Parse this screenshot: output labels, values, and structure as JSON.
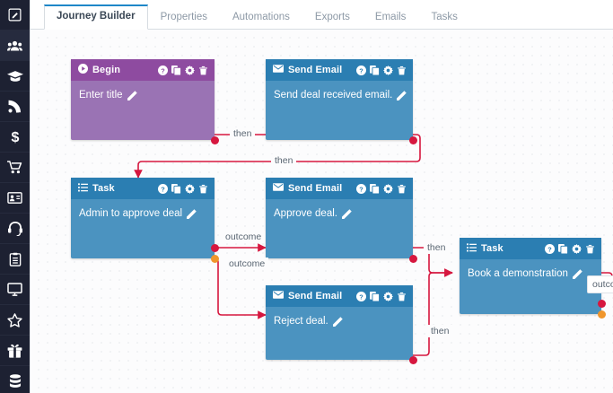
{
  "sidebar": {
    "items": [
      {
        "name": "compose-icon",
        "label": "Compose",
        "active": false
      },
      {
        "name": "people-icon",
        "label": "Contacts",
        "active": true
      },
      {
        "name": "graduation-cap-icon",
        "label": "Training",
        "active": false
      },
      {
        "name": "rss-icon",
        "label": "Feeds",
        "active": false
      },
      {
        "name": "dollar-icon",
        "label": "Sales",
        "active": false
      },
      {
        "name": "shopping-cart-icon",
        "label": "Orders",
        "active": false
      },
      {
        "name": "id-card-icon",
        "label": "Accounts",
        "active": false
      },
      {
        "name": "headset-icon",
        "label": "Support",
        "active": false
      },
      {
        "name": "clipboard-icon",
        "label": "Tasks",
        "active": false
      },
      {
        "name": "monitor-icon",
        "label": "Website",
        "active": false
      },
      {
        "name": "star-icon",
        "label": "Favourites",
        "active": false
      },
      {
        "name": "gift-icon",
        "label": "Rewards",
        "active": false
      },
      {
        "name": "database-icon",
        "label": "Data",
        "active": false
      }
    ]
  },
  "tabs": [
    {
      "label": "Journey Builder",
      "active": true
    },
    {
      "label": "Properties",
      "active": false
    },
    {
      "label": "Automations",
      "active": false
    },
    {
      "label": "Exports",
      "active": false
    },
    {
      "label": "Emails",
      "active": false
    },
    {
      "label": "Tasks",
      "active": false
    }
  ],
  "node_actions": [
    {
      "name": "help-icon",
      "label": "Help"
    },
    {
      "name": "copy-icon",
      "label": "Duplicate"
    },
    {
      "name": "gear-icon",
      "label": "Settings"
    },
    {
      "name": "trash-icon",
      "label": "Delete"
    }
  ],
  "nodes": [
    {
      "id": "begin",
      "type": "Begin",
      "icon": "play-circle-icon",
      "color": "purple",
      "title": "Begin",
      "body": "Enter title",
      "edit_icon": "pencil-icon"
    },
    {
      "id": "send-deal-received",
      "type": "SendEmail",
      "icon": "envelope-icon",
      "color": "blue",
      "title": "Send Email",
      "body": "Send deal received email.",
      "edit_icon": "pencil-icon"
    },
    {
      "id": "task-admin-approve",
      "type": "Task",
      "icon": "list-icon",
      "color": "blue",
      "title": "Task",
      "body": "Admin to approve deal",
      "edit_icon": "pencil-icon"
    },
    {
      "id": "send-approve-deal",
      "type": "SendEmail",
      "icon": "envelope-icon",
      "color": "blue",
      "title": "Send Email",
      "body": "Approve deal.",
      "edit_icon": "pencil-icon"
    },
    {
      "id": "send-reject-deal",
      "type": "SendEmail",
      "icon": "envelope-icon",
      "color": "blue",
      "title": "Send Email",
      "body": "Reject deal.",
      "edit_icon": "pencil-icon"
    },
    {
      "id": "task-book-demo",
      "type": "Task",
      "icon": "list-icon",
      "color": "blue",
      "title": "Task",
      "body": "Book a demonstration",
      "edit_icon": "pencil-icon"
    }
  ],
  "connector_labels": [
    {
      "id": "then-begin",
      "text": "then"
    },
    {
      "id": "then-received",
      "text": "then"
    },
    {
      "id": "outcome-approve",
      "text": "outcome"
    },
    {
      "id": "outcome-reject",
      "text": "outcome"
    },
    {
      "id": "then-approve",
      "text": "then"
    },
    {
      "id": "then-reject",
      "text": "then"
    },
    {
      "id": "outcome-demo",
      "text": "outcome"
    }
  ],
  "colors": {
    "wire": "#d6173f",
    "port_red": "#d6173f",
    "port_orange": "#f0962c",
    "node_blue_header": "#2b7eb2",
    "node_blue_body": "#4b93c0",
    "node_purple_header": "#8e4ba0",
    "node_purple_body": "#9a73b4",
    "sidebar_bg": "#1d2132",
    "tab_active_accent": "#1e87c8"
  }
}
